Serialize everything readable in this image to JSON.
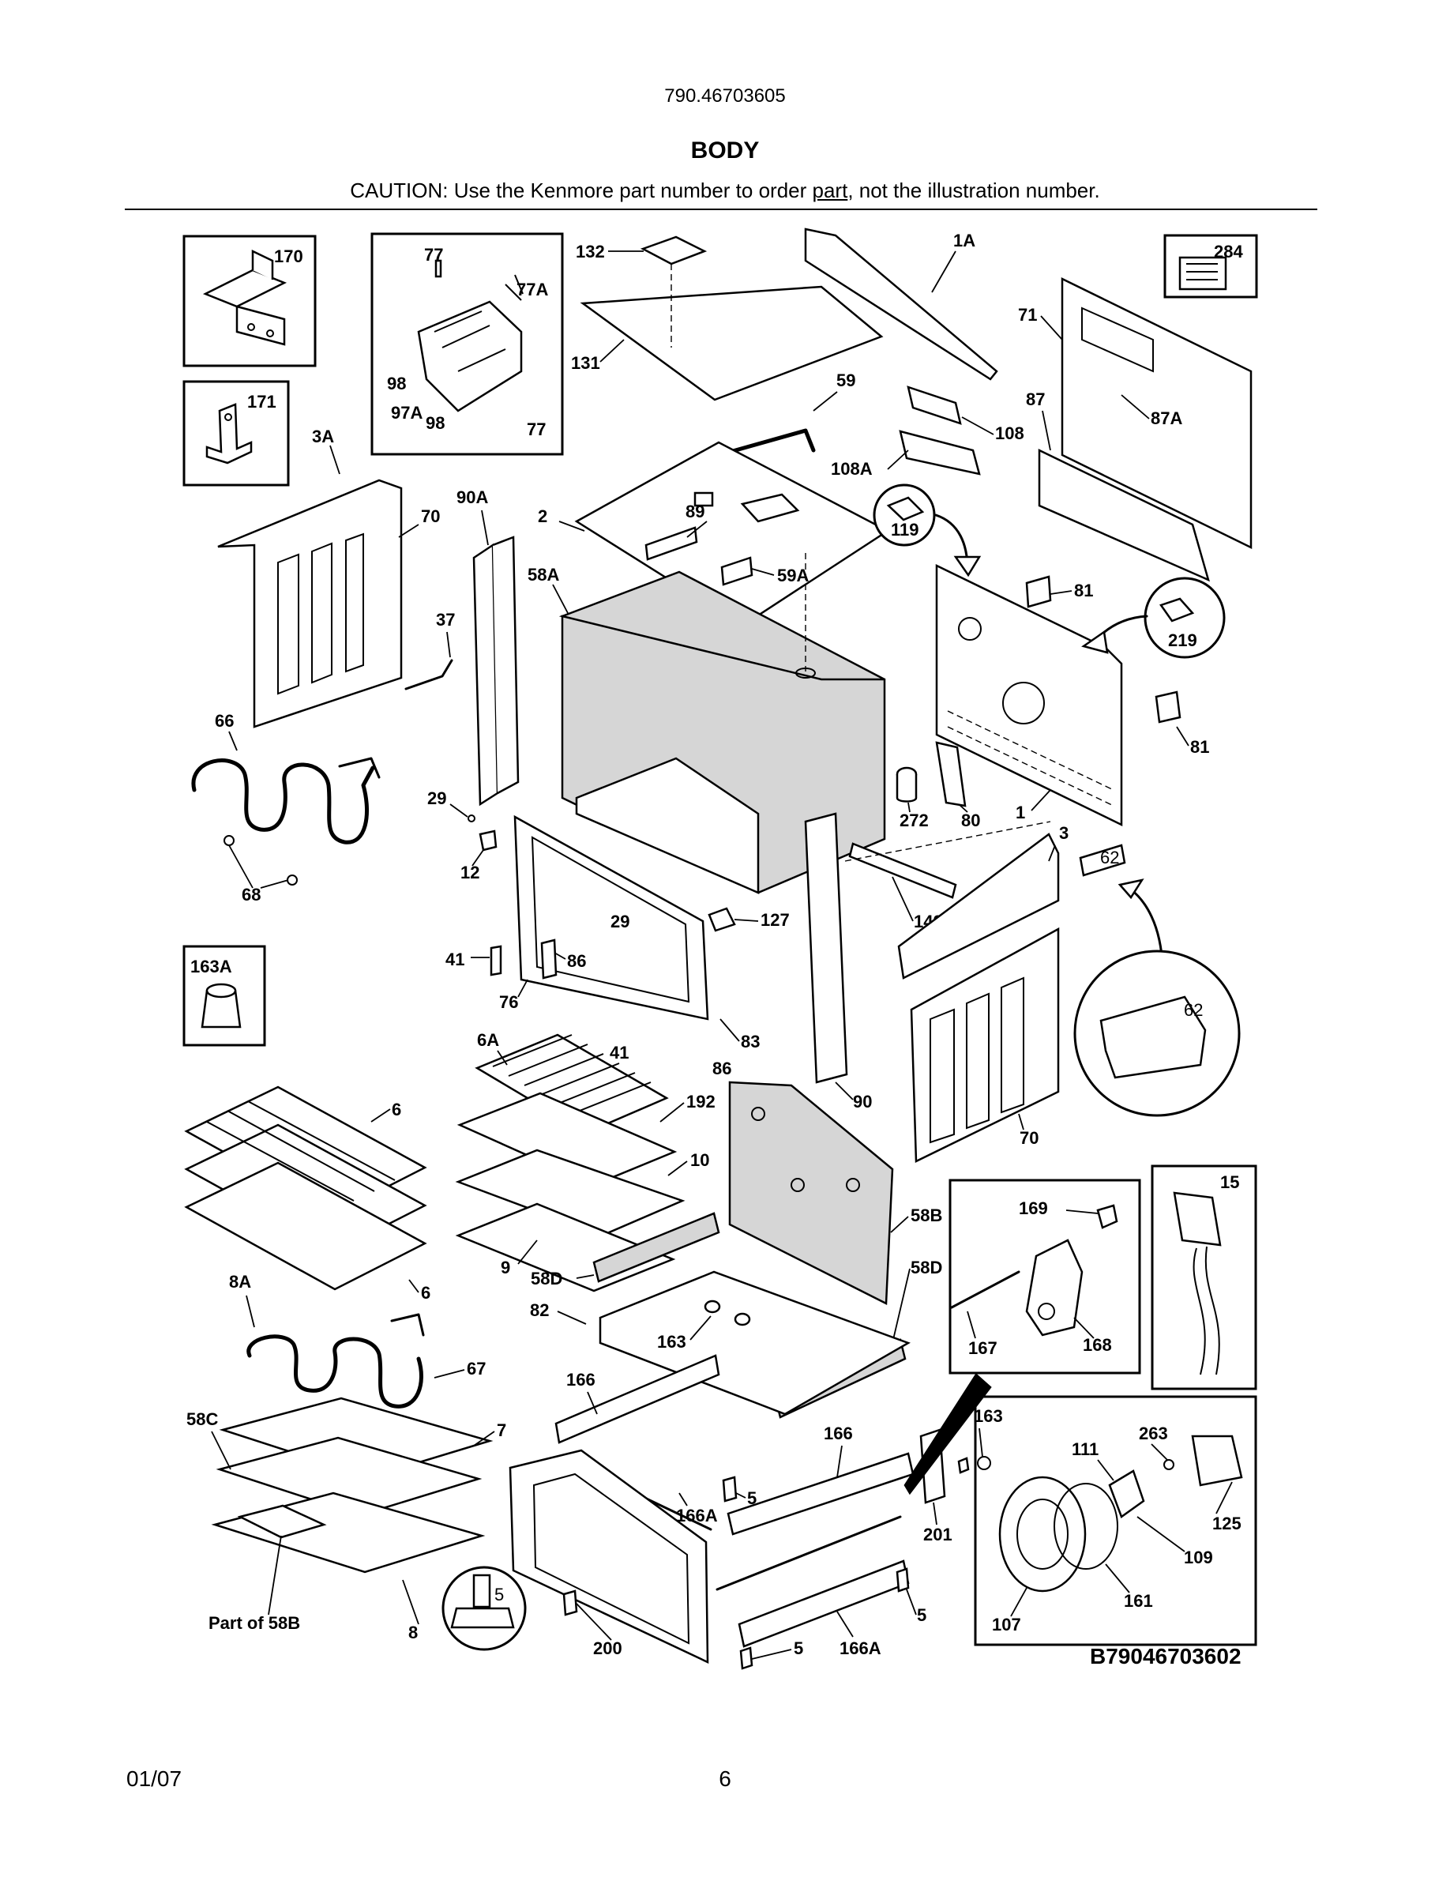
{
  "header": {
    "model_number": "790.46703605",
    "title": "BODY",
    "caution_before": "CAUTION: Use the Kenmore part number to order ",
    "caution_underlined": "part",
    "caution_after": ", not the illustration number."
  },
  "diagram": {
    "drawing_code": "B79046703602",
    "part_labels": {
      "p170": "170",
      "p77a": "77",
      "p77b": "77A",
      "p98a": "98",
      "p97a": "97A",
      "p98b": "98",
      "p77c": "77",
      "p171": "171",
      "p132": "132",
      "p131": "131",
      "p1a": "1A",
      "p284": "284",
      "p71": "71",
      "p3a": "3A",
      "p59": "59",
      "p108": "108",
      "p108a": "108A",
      "p87": "87",
      "p87a": "87A",
      "p90a": "90A",
      "p70a": "70",
      "p2": "2",
      "p89": "89",
      "p119": "119",
      "p59a": "59A",
      "p58a": "58A",
      "p81a": "81",
      "p219": "219",
      "p37": "37",
      "p66": "66",
      "p81b": "81",
      "p29a": "29",
      "p272": "272",
      "p80": "80",
      "p1": "1",
      "p12": "12",
      "p68": "68",
      "p3": "3",
      "p62a": "62",
      "p127": "127",
      "p29b": "29",
      "p142": "142",
      "p163a": "163A",
      "p41a": "41",
      "p86a": "86",
      "p76": "76",
      "p83": "83",
      "p62b": "62",
      "p6a": "6A",
      "p41b": "41",
      "p86b": "86",
      "p6b": "6",
      "p192": "192",
      "p90": "90",
      "p70b": "70",
      "p10": "10",
      "p15": "15",
      "p169": "169",
      "p58b": "58B",
      "p9": "9",
      "p58d1": "58D",
      "p58d2": "58D",
      "p6c": "6",
      "p8a": "8A",
      "p82": "82",
      "p163b": "163",
      "p167": "167",
      "p168": "168",
      "p67": "67",
      "p166a": "166",
      "p58c": "58C",
      "p7": "7",
      "p166b": "166",
      "p163c": "163",
      "p263": "263",
      "p111": "111",
      "p166a1": "166A",
      "p5a": "5",
      "p5b": "5",
      "p125": "125",
      "p201": "201",
      "p109": "109",
      "p161": "161",
      "p5c": "5",
      "p107": "107",
      "p5d": "5",
      "p166a2": "166A",
      "p200": "200",
      "p8": "8",
      "p58b_part": "Part of 58B"
    }
  },
  "footer": {
    "date": "01/07",
    "page_number": "6"
  }
}
